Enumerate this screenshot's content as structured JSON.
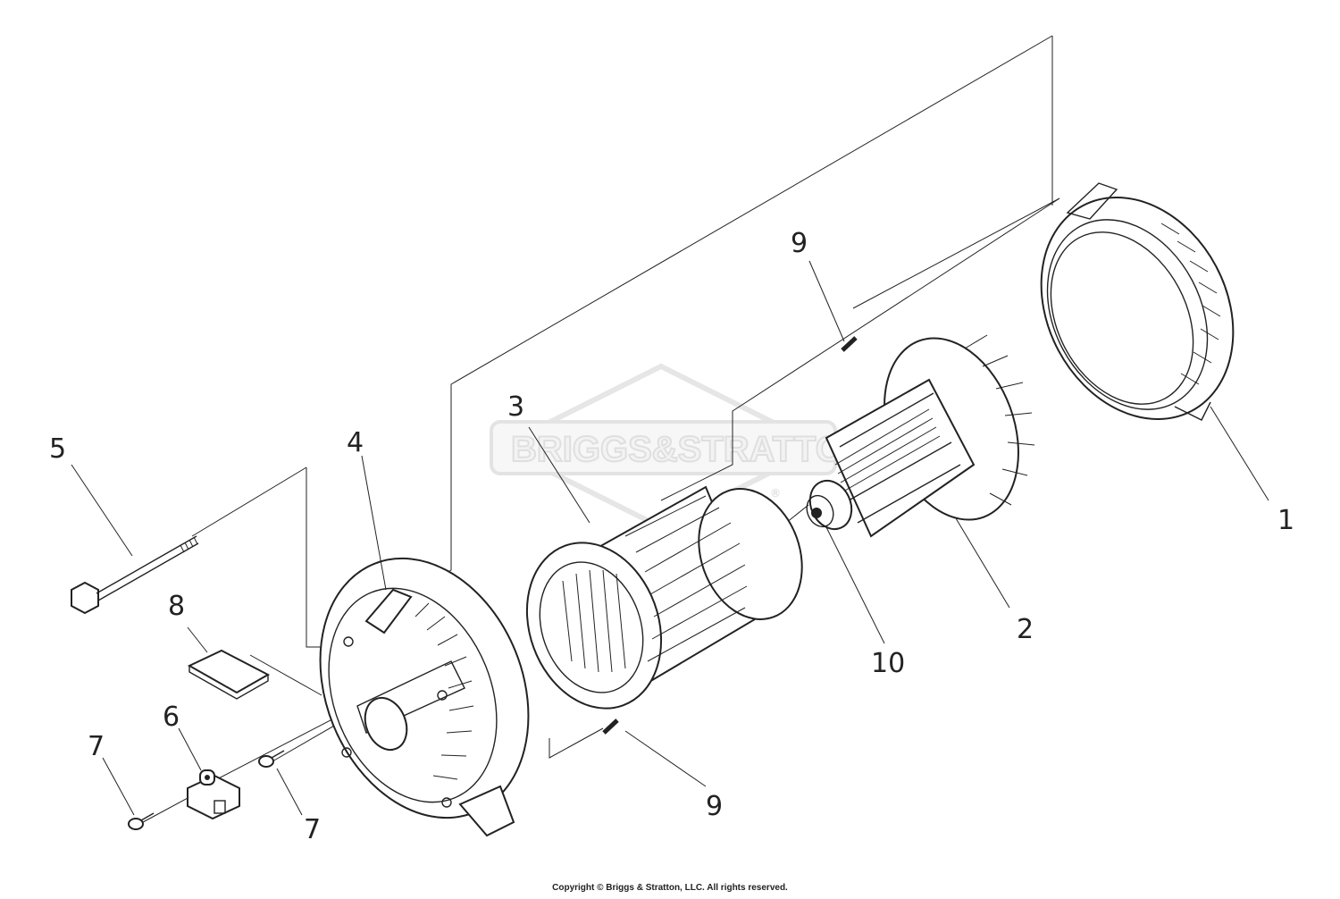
{
  "watermark": {
    "text": "BRIGGS&STRATTON",
    "reg": "®"
  },
  "copyright": "Copyright © Briggs & Stratton, LLC. All rights reserved.",
  "callouts": [
    {
      "id": "1",
      "label": "1"
    },
    {
      "id": "2",
      "label": "2"
    },
    {
      "id": "3",
      "label": "3"
    },
    {
      "id": "4",
      "label": "4"
    },
    {
      "id": "5",
      "label": "5"
    },
    {
      "id": "6",
      "label": "6"
    },
    {
      "id": "7a",
      "label": "7"
    },
    {
      "id": "7b",
      "label": "7"
    },
    {
      "id": "8",
      "label": "8"
    },
    {
      "id": "9a",
      "label": "9"
    },
    {
      "id": "9b",
      "label": "9"
    },
    {
      "id": "10",
      "label": "10"
    }
  ],
  "colors": {
    "ink": "#222222",
    "watermark": "#dcdcdc"
  }
}
